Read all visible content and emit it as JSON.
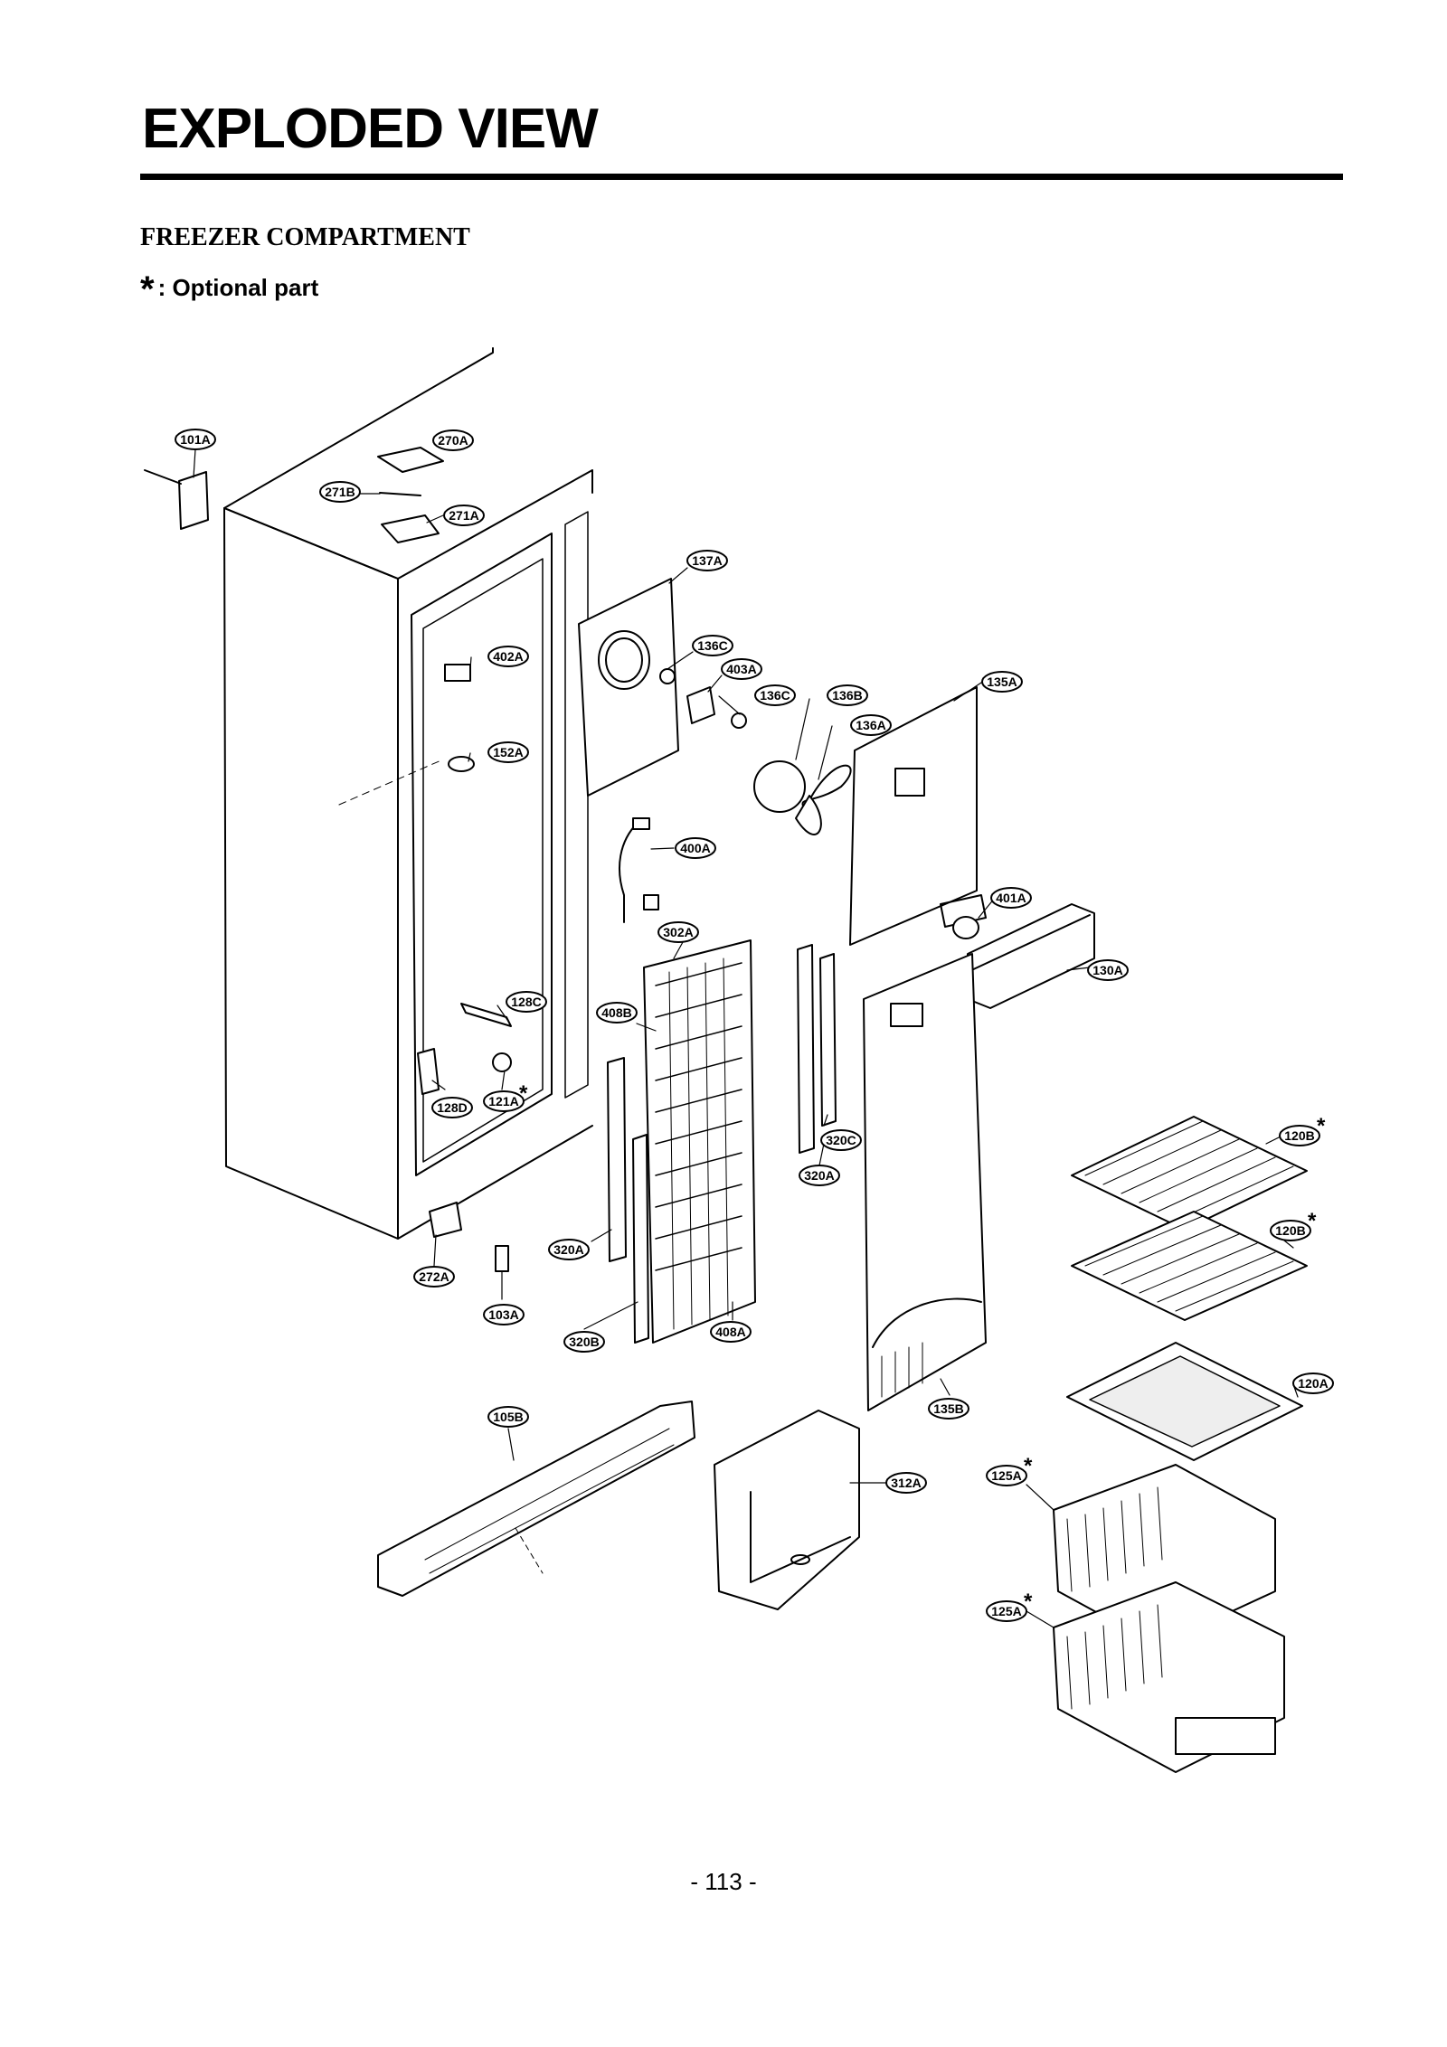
{
  "page": {
    "title": "EXPLODED VIEW",
    "section": "FREEZER COMPARTMENT",
    "legend_symbol": "*",
    "legend_text": ": Optional part",
    "page_number": "- 113 -"
  },
  "callouts": {
    "c101A": "101A",
    "c270A": "270A",
    "c271B": "271B",
    "c271A": "271A",
    "c137A": "137A",
    "c136C_1": "136C",
    "c403A": "403A",
    "c136C_2": "136C",
    "c136B": "136B",
    "c136A": "136A",
    "c135A": "135A",
    "c402A": "402A",
    "c152A": "152A",
    "c400A": "400A",
    "c401A": "401A",
    "c302A": "302A",
    "c130A": "130A",
    "c408B": "408B",
    "c128C": "128C",
    "c128D": "128D",
    "c121A": "121A",
    "c320C": "320C",
    "c320A_1": "320A",
    "c120B_1": "120B",
    "c120B_2": "120B",
    "c320A_2": "320A",
    "c272A": "272A",
    "c103A": "103A",
    "c320B": "320B",
    "c408A": "408A",
    "c120A": "120A",
    "c135B": "135B",
    "c105B": "105B",
    "c312A": "312A",
    "c125A_1": "125A",
    "c125A_2": "125A"
  },
  "optional_parts": [
    "121A",
    "120B",
    "120B",
    "125A",
    "125A"
  ]
}
